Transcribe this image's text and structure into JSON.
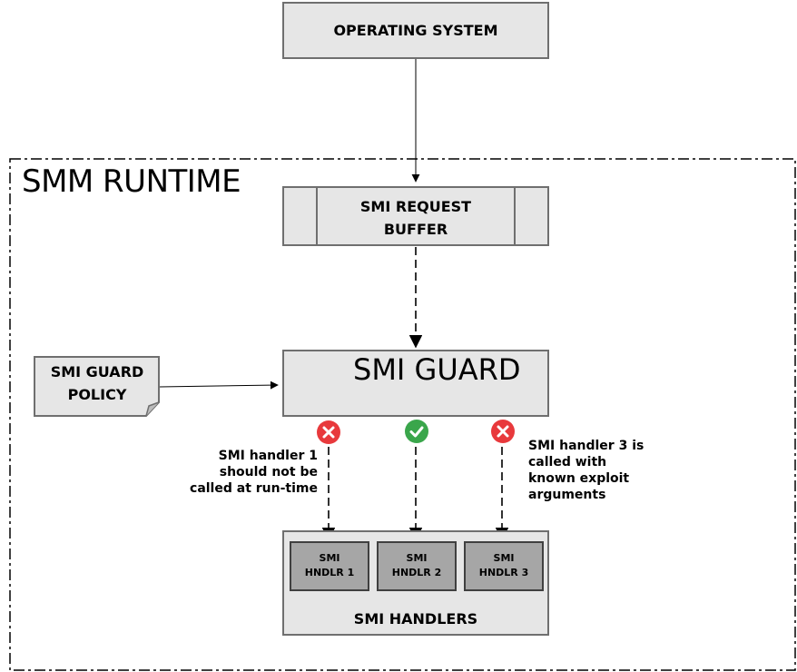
{
  "operating_system": {
    "label": "OPERATING SYSTEM"
  },
  "smm_runtime": {
    "title": "SMM RUNTIME"
  },
  "smi_request_buffer": {
    "line1": "SMI REQUEST",
    "line2": "BUFFER"
  },
  "smi_guard": {
    "title": "SMI GUARD"
  },
  "smi_guard_policy": {
    "line1": "SMI GUARD",
    "line2": "POLICY"
  },
  "handler_notes": {
    "handler1": [
      "SMI handler 1",
      "should not be",
      "called at run-time"
    ],
    "handler3": [
      "SMI handler 3 is",
      "called with",
      "known exploit",
      "arguments"
    ]
  },
  "smi_handlers": {
    "label": "SMI HANDLERS",
    "items": [
      {
        "line1": "SMI",
        "line2": "HNDLR 1",
        "status": "blocked"
      },
      {
        "line1": "SMI",
        "line2": "HNDLR 2",
        "status": "allowed"
      },
      {
        "line1": "SMI",
        "line2": "HNDLR 3",
        "status": "blocked"
      }
    ]
  },
  "colors": {
    "blocked": "#e8393c",
    "allowed": "#3aa64b",
    "box_fill": "#e6e6e6",
    "handler_fill": "#a6a6a6"
  },
  "icons": [
    "x-icon",
    "check-icon"
  ]
}
